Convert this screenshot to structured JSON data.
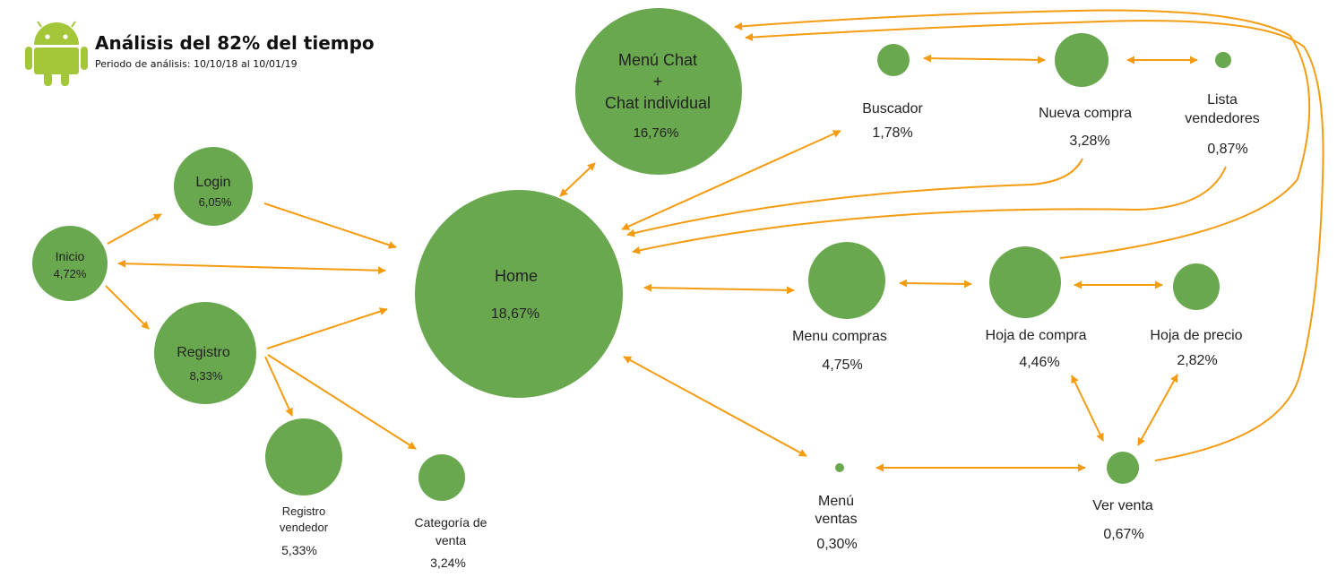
{
  "header": {
    "title": "Análisis del 82% del tiempo",
    "subtitle": "Periodo de análisis: 10/10/18 al 10/01/19",
    "logo": "android-robot-icon"
  },
  "colors": {
    "node": "#6aa84f",
    "arrow": "#f39c12",
    "text": "#222222",
    "logo": "#a4c639"
  },
  "nodes": {
    "inicio": {
      "label": "Inicio",
      "pct": "4,72%"
    },
    "login": {
      "label": "Login",
      "pct": "6,05%"
    },
    "registro": {
      "label": "Registro",
      "pct": "8,33%"
    },
    "registro_vendedor": {
      "label_1": "Registro",
      "label_2": "vendedor",
      "pct": "5,33%"
    },
    "categoria_venta": {
      "label_1": "Categoría de",
      "label_2": "venta",
      "pct": "3,24%"
    },
    "home": {
      "label": "Home",
      "pct": "18,67%"
    },
    "chat": {
      "label_1": "Menú Chat",
      "label_2": "+",
      "label_3": "Chat individual",
      "pct": "16,76%"
    },
    "buscador": {
      "label": "Buscador",
      "pct": "1,78%"
    },
    "nueva_compra": {
      "label": "Nueva compra",
      "pct": "3,28%"
    },
    "lista_vendedores": {
      "label_1": "Lista",
      "label_2": "vendedores",
      "pct": "0,87%"
    },
    "menu_compras": {
      "label": "Menu compras",
      "pct": "4,75%"
    },
    "hoja_compra": {
      "label": "Hoja de compra",
      "pct": "4,46%"
    },
    "hoja_precio": {
      "label": "Hoja de precio",
      "pct": "2,82%"
    },
    "menu_ventas": {
      "label_1": "Menú",
      "label_2": "ventas",
      "pct": "0,30%"
    },
    "ver_venta": {
      "label": "Ver venta",
      "pct": "0,67%"
    }
  }
}
